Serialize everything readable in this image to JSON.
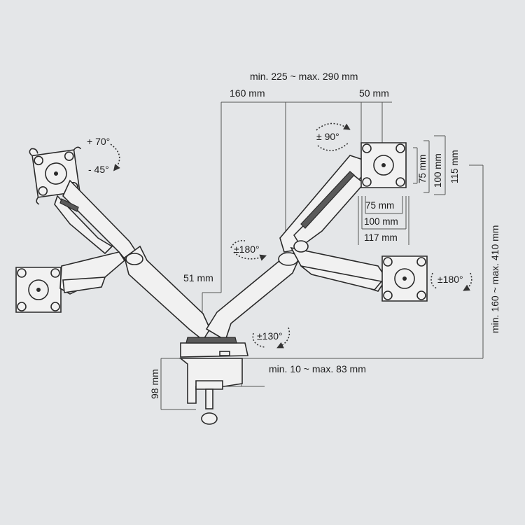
{
  "dimensions": {
    "arm_range": "min. 225 ~ max. 290 mm",
    "arm_offset": "160 mm",
    "plate_offset": "50 mm",
    "vesa_75_v": "75 mm",
    "vesa_100_v": "100 mm",
    "vesa_115_v": "115 mm",
    "vesa_75_h": "75 mm",
    "vesa_100_h": "100 mm",
    "vesa_117_h": "117 mm",
    "pole_width": "51 mm",
    "clamp_range": "min. 10 ~ max. 83 mm",
    "clamp_height": "98 mm",
    "height_range": "min. 160 ~ max. 410 mm"
  },
  "rotations": {
    "tilt_up": "+ 70°",
    "tilt_down": "- 45°",
    "swivel_plate": "± 90°",
    "arm_rotation": "±180°",
    "screen_rotation": "±180°",
    "base_rotation": "±130°"
  },
  "colors": {
    "background": "#e4e6e8",
    "outline": "#2a2a2a",
    "dimension_line": "#555555"
  }
}
